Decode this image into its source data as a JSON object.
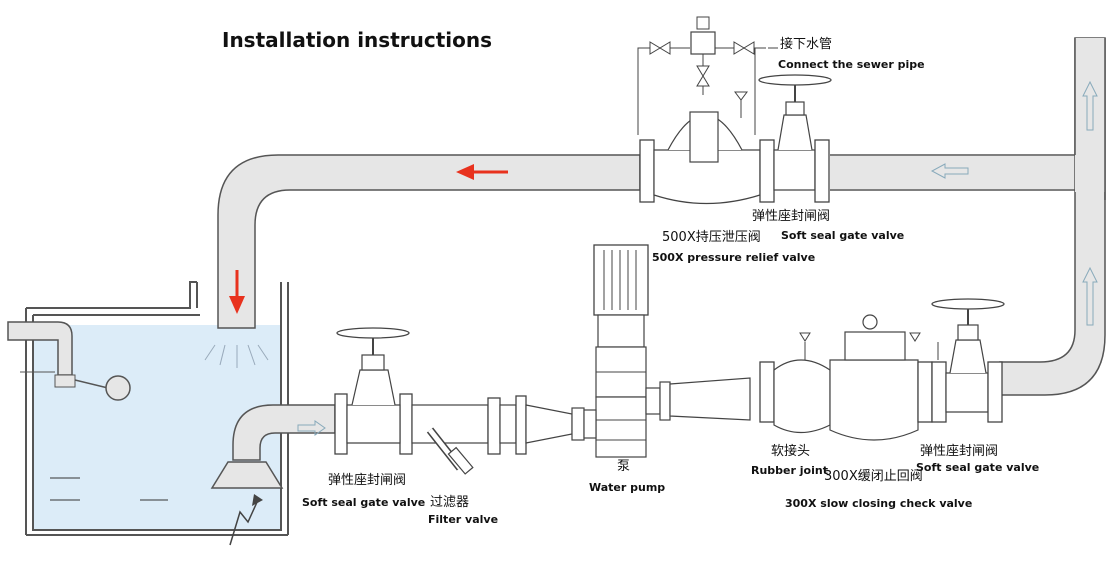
{
  "title": "Installation instructions",
  "labels": {
    "sewer_zh": "接下水管",
    "sewer_en": "Connect the sewer pipe",
    "top_gate_zh": "弹性座封闸阀",
    "top_gate_en": "Soft seal gate valve",
    "relief_zh": "500X持压泄压阀",
    "relief_en": "500X pressure relief valve",
    "pump_zh": "泵",
    "pump_en": "Water pump",
    "left_gate_zh": "弹性座封闸阀",
    "left_gate_en": "Soft seal gate valve",
    "filter_zh": "过滤器",
    "filter_en": "Filter valve",
    "joint_zh": "软接头",
    "joint_en": "Rubber joint",
    "check_zh": "300X缓闭止回阀",
    "check_en": "300X slow closing check valve",
    "right_gate_zh": "弹性座封闸阀",
    "right_gate_en": "Soft seal gate valve"
  },
  "colors": {
    "pipe_fill": "#e6e6e6",
    "pipe_stroke": "#555555",
    "water": "#dcecf8",
    "flow_arrow": "#e8321e",
    "line": "#3a3a3a"
  }
}
